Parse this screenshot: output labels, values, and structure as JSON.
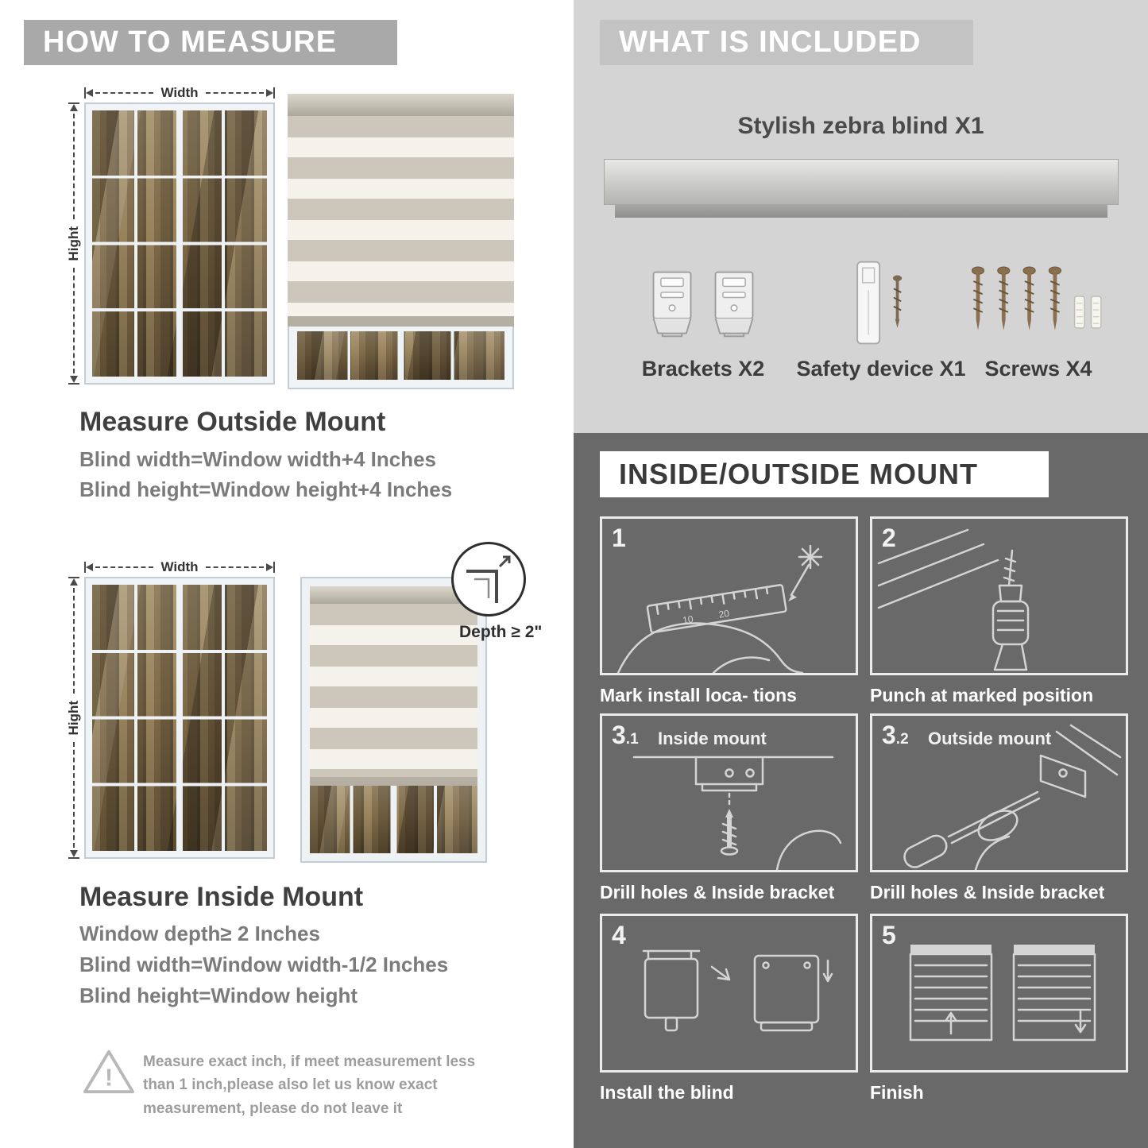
{
  "colors": {
    "left_banner": "#a9a9a9",
    "included_banner": "#c3c3c3",
    "light_section": "#d4d4d4",
    "dark_section": "#696969",
    "heading_text": "#3f3f3f",
    "body_text": "#7b7b7b",
    "note_text": "#9d9d9d"
  },
  "measure": {
    "header": "HOW TO MEASURE",
    "width_label": "Width",
    "height_label": "Hight",
    "outside": {
      "title": "Measure Outside Mount",
      "lines": [
        "Blind width=Window width+4 Inches",
        "Blind height=Window height+4 Inches"
      ]
    },
    "inside": {
      "depth_callout": "Depth ≥ 2\"",
      "title": "Measure Inside Mount",
      "lines": [
        "Window depth≥ 2 Inches",
        "Blind width=Window width-1/2 Inches",
        "Blind height=Window height"
      ]
    },
    "note": "Measure exact inch, if meet measurement less than 1 inch,please also let us know exact measurement, please do not leave it"
  },
  "included": {
    "header": "WHAT IS INCLUDED",
    "product": "Stylish zebra blind X1",
    "items": [
      {
        "label": "Brackets X2"
      },
      {
        "label": "Safety device X1"
      },
      {
        "label": "Screws X4"
      }
    ]
  },
  "mount": {
    "header": "INSIDE/OUTSIDE MOUNT",
    "steps": [
      {
        "num": "1",
        "sub": "",
        "title": "",
        "caption": "Mark install loca- tions"
      },
      {
        "num": "2",
        "sub": "",
        "title": "",
        "caption": "Punch at  marked position"
      },
      {
        "num": "3",
        "sub": ".1",
        "title": "Inside mount",
        "caption": "Drill holes &  Inside bracket"
      },
      {
        "num": "3",
        "sub": ".2",
        "title": "Outside mount",
        "caption": "Drill holes &  Inside bracket"
      },
      {
        "num": "4",
        "sub": "",
        "title": "",
        "caption": "Install the blind"
      },
      {
        "num": "5",
        "sub": "",
        "title": "",
        "caption": "Finish"
      }
    ]
  }
}
